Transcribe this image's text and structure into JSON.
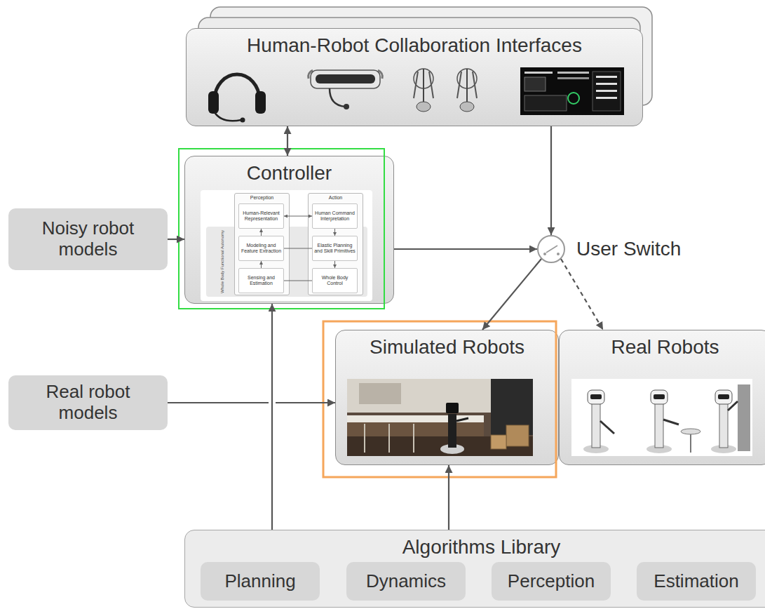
{
  "diagram": {
    "nodes": [
      {
        "text": [
          "Human-Robot Collaboration Interfaces"
        ]
      },
      {
        "text": [
          "Controller"
        ]
      },
      {
        "text": [
          "Perception"
        ],
        "in": 1
      },
      {
        "text": [
          "Human-Relevant Representation"
        ],
        "in": 2
      },
      {
        "text": [
          "Modeling and Feature Extraction"
        ],
        "in": 2
      },
      {
        "text": [
          "Sensing and Estimation"
        ],
        "in": 2
      },
      {
        "text": [
          "Action"
        ],
        "in": 1
      },
      {
        "text": [
          "Human Command Interpretation"
        ],
        "in": 6
      },
      {
        "text": [
          "Elastic Planning and Skill Primitives"
        ],
        "in": 6
      },
      {
        "text": [
          "Whole Body Control"
        ],
        "in": 6
      },
      {
        "text": [
          "Noisy robot models"
        ]
      },
      {
        "text": [
          "User Switch"
        ]
      },
      {
        "text": [
          "Real robot models"
        ]
      },
      {
        "text": [
          "Simulated Robots"
        ]
      },
      {
        "text": [
          "Real Robots"
        ]
      },
      {
        "text": [
          "Algorithms Library"
        ]
      },
      {
        "text": [
          "Planning"
        ],
        "in": 15
      },
      {
        "text": [
          "Dynamics"
        ],
        "in": 15
      },
      {
        "text": [
          "Perception"
        ],
        "in": 15
      },
      {
        "text": [
          "Estimation"
        ],
        "in": 15
      }
    ],
    "edges": [
      {
        "from": 0,
        "to": 1,
        "arrow": "both"
      },
      {
        "from": 10,
        "to": 1,
        "arrow": "to"
      },
      {
        "from": 0,
        "to": 11,
        "arrow": "to"
      },
      {
        "from": 1,
        "to": 11,
        "arrow": "to"
      },
      {
        "from": 11,
        "to": 13,
        "arrow": "to"
      },
      {
        "from": 11,
        "to": 14,
        "arrow": "to"
      },
      {
        "from": 12,
        "to": 13,
        "arrow": "to"
      },
      {
        "from": 15,
        "to": 1,
        "arrow": "to"
      },
      {
        "from": 15,
        "to": 13,
        "arrow": "to"
      },
      {
        "from": 5,
        "to": 4,
        "arrow": "to"
      },
      {
        "from": 4,
        "to": 3,
        "arrow": "to"
      },
      {
        "from": 7,
        "to": 8,
        "arrow": "to"
      },
      {
        "from": 8,
        "to": 9,
        "arrow": "to"
      },
      {
        "from": 3,
        "to": 7,
        "arrow": "both"
      },
      {
        "from": 4,
        "to": 8,
        "arrow": "none"
      },
      {
        "from": 5,
        "to": 9,
        "arrow": "none"
      }
    ],
    "labels": [
      "Whole Body Functional Autonomy"
    ]
  }
}
